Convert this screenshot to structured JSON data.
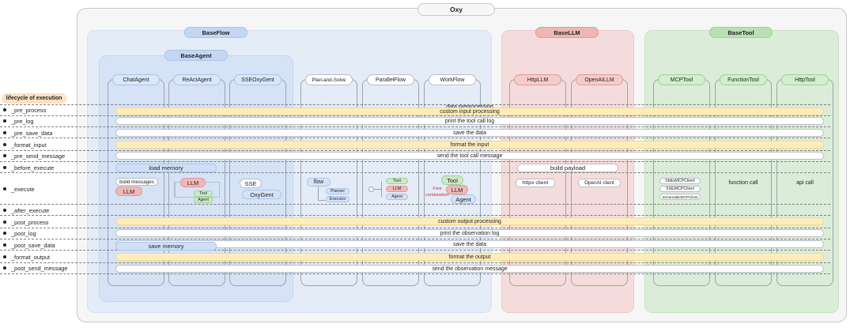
{
  "title": "Oxy",
  "regions": {
    "flow": "BaseFlow",
    "agent": "BaseAgent",
    "llm": "BaseLLM",
    "tool": "BaseTool"
  },
  "columns": [
    "ChatAgent",
    "ReActAgent",
    "SSEOxyGent",
    "Plan-and-Solve",
    "ParallelFlow",
    "WorkFlow",
    "HttpLLM",
    "OpenAILLM",
    "MCPTool",
    "FunctionTool",
    "HttpTool"
  ],
  "lifecycle": {
    "heading": "lifecycle of execution",
    "hooks": [
      "_pre_process",
      "_pre_log",
      "_pre_save_data",
      "_format_input",
      "_pre_send_message",
      "_before_execute",
      "_execute",
      "_after_execute",
      "_post_process",
      "_post_log",
      "_post_save_data",
      "_format_output",
      "_post_send_message"
    ]
  },
  "bars": {
    "data_preprocessing": "data preprocessing",
    "custom_input_processing": "custom input processing",
    "print_tool_call_log": "print the tool call log",
    "save_data_pre": "save the data",
    "format_input": "format the input",
    "send_tool_call_message": "send the tool call message",
    "load_memory": "load memory",
    "build_payload": "build payload",
    "custom_output_processing": "custom output processing",
    "print_observation_log": "print the observation log",
    "save_memory": "save memory",
    "save_data_post": "save the data",
    "format_output": "format the output",
    "send_observation_message": "send the observation message"
  },
  "execute": {
    "chat": {
      "build_messages": "build messages",
      "llm": "LLM"
    },
    "react": {
      "llm": "LLM",
      "tool": "Tool",
      "agent": "Agent"
    },
    "sse": {
      "sse": "SSE",
      "oxygent": "OxyGent"
    },
    "plan": {
      "flow": "flow",
      "planner": "Planner",
      "executor": "Executor"
    },
    "parallel": {
      "tool": "Tool",
      "llm": "LLM",
      "agent": "Agent"
    },
    "workflow": {
      "tool": "Tool",
      "llm": "LLM",
      "agent": "Agent",
      "free": "Free",
      "combination": "combination"
    },
    "httpllm": "httpx client",
    "openai": "OpenAI client",
    "mcp": [
      "StdioMCPClient",
      "SSEMCPClient",
      "StreamableMCPClient"
    ],
    "function": "function call",
    "http": "api call"
  },
  "colors": {
    "flow_bg": "#e4ecf8",
    "llm_bg": "#f5dcdc",
    "tool_bg": "#dbedd8",
    "highlight": "#fdedbd",
    "lifecycle_tag": "#fde1c2"
  }
}
